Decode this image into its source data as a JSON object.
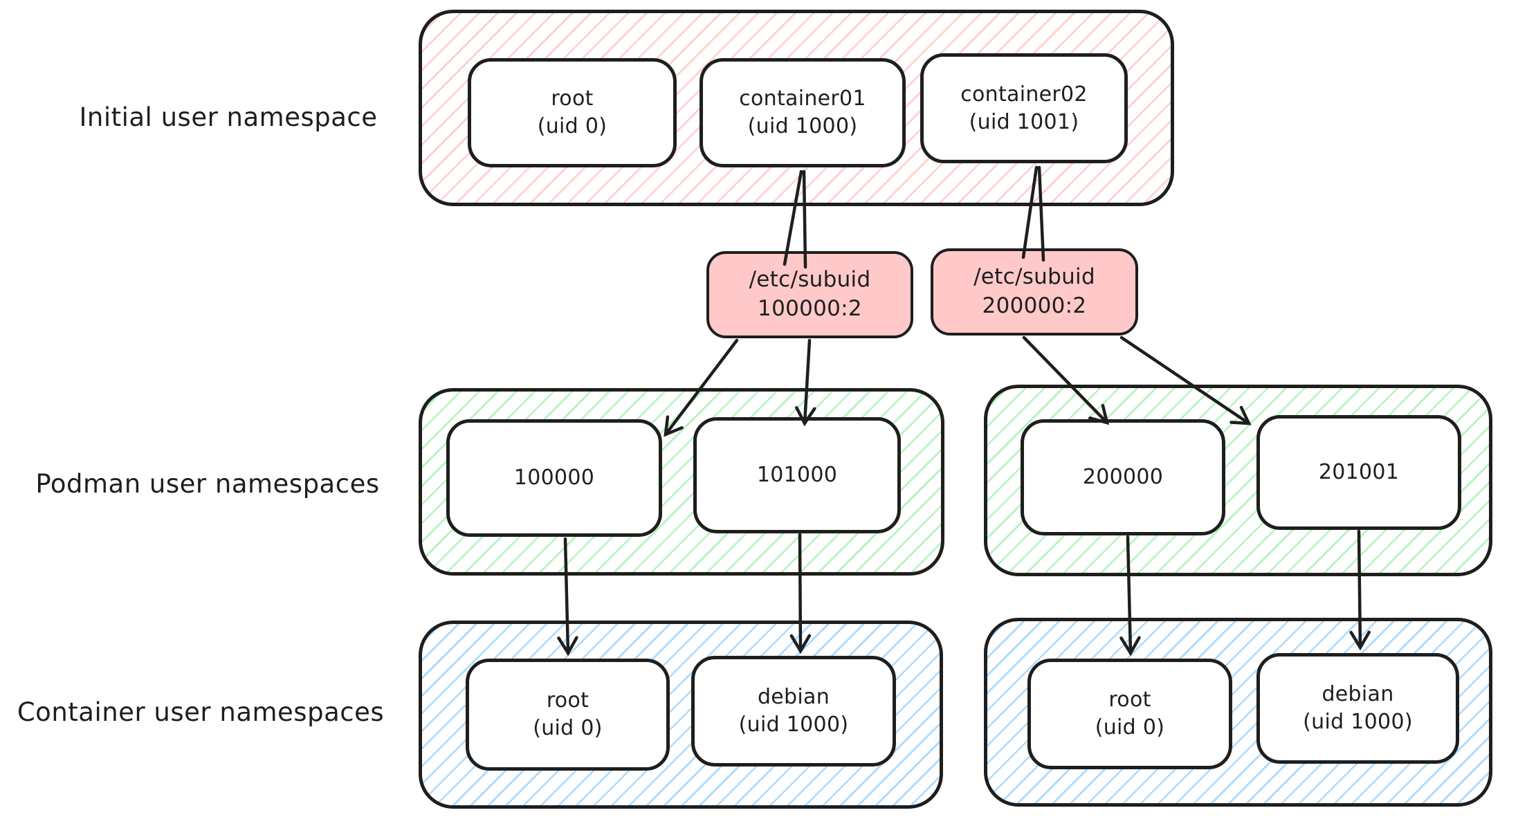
{
  "labels": {
    "initial": "Initial user namespace",
    "podman": "Podman user namespaces",
    "container": "Container user namespaces"
  },
  "colors": {
    "stroke": "#1e1e1e",
    "red_hatch": "#ffc9c9",
    "subuid_fill": "#ffc9c9",
    "green_hatch": "#b2f2bb",
    "blue_hatch": "#a5d8ff",
    "node_fill": "#ffffff"
  },
  "initial_namespace": {
    "users": [
      {
        "name": "root",
        "uid": "(uid 0)"
      },
      {
        "name": "container01",
        "uid": "(uid 1000)"
      },
      {
        "name": "container02",
        "uid": "(uid 1001)"
      }
    ]
  },
  "subuid_files": [
    {
      "path": "/etc/subuid",
      "mapping": "100000:2"
    },
    {
      "path": "/etc/subuid",
      "mapping": "200000:2"
    }
  ],
  "podman_namespaces": [
    {
      "uids": [
        "100000",
        "101000"
      ]
    },
    {
      "uids": [
        "200000",
        "201001"
      ]
    }
  ],
  "container_namespaces": [
    {
      "users": [
        {
          "name": "root",
          "uid": "(uid 0)"
        },
        {
          "name": "debian",
          "uid": "(uid 1000)"
        }
      ]
    },
    {
      "users": [
        {
          "name": "root",
          "uid": "(uid 0)"
        },
        {
          "name": "debian",
          "uid": "(uid 1000)"
        }
      ]
    }
  ],
  "edges": [
    {
      "from": "container01",
      "to": "/etc/subuid 100000:2"
    },
    {
      "from": "container02",
      "to": "/etc/subuid 200000:2"
    },
    {
      "from": "/etc/subuid 100000:2",
      "to": "100000"
    },
    {
      "from": "/etc/subuid 100000:2",
      "to": "101000"
    },
    {
      "from": "/etc/subuid 200000:2",
      "to": "200000"
    },
    {
      "from": "/etc/subuid 200000:2",
      "to": "201001"
    },
    {
      "from": "100000",
      "to": "root (uid 0)"
    },
    {
      "from": "101000",
      "to": "debian (uid 1000)"
    },
    {
      "from": "200000",
      "to": "root (uid 0)"
    },
    {
      "from": "201001",
      "to": "debian (uid 1000)"
    }
  ]
}
